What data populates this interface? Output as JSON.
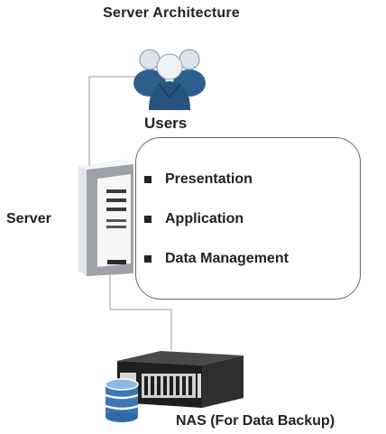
{
  "title": "Server Architecture",
  "users_label": "Users",
  "server_label": "Server",
  "nas_label": "NAS (For Data Backup)",
  "layers": [
    {
      "label": "Presentation"
    },
    {
      "label": "Application"
    },
    {
      "label": "Data Management"
    }
  ],
  "colors": {
    "connector": "#9a9a9a",
    "user_blue": "#2d5f8e",
    "user_light": "#dde3ea",
    "server_body": "#e4e6ea",
    "nas_body": "#2b2b2b",
    "db_blue": "#3a78b8"
  }
}
